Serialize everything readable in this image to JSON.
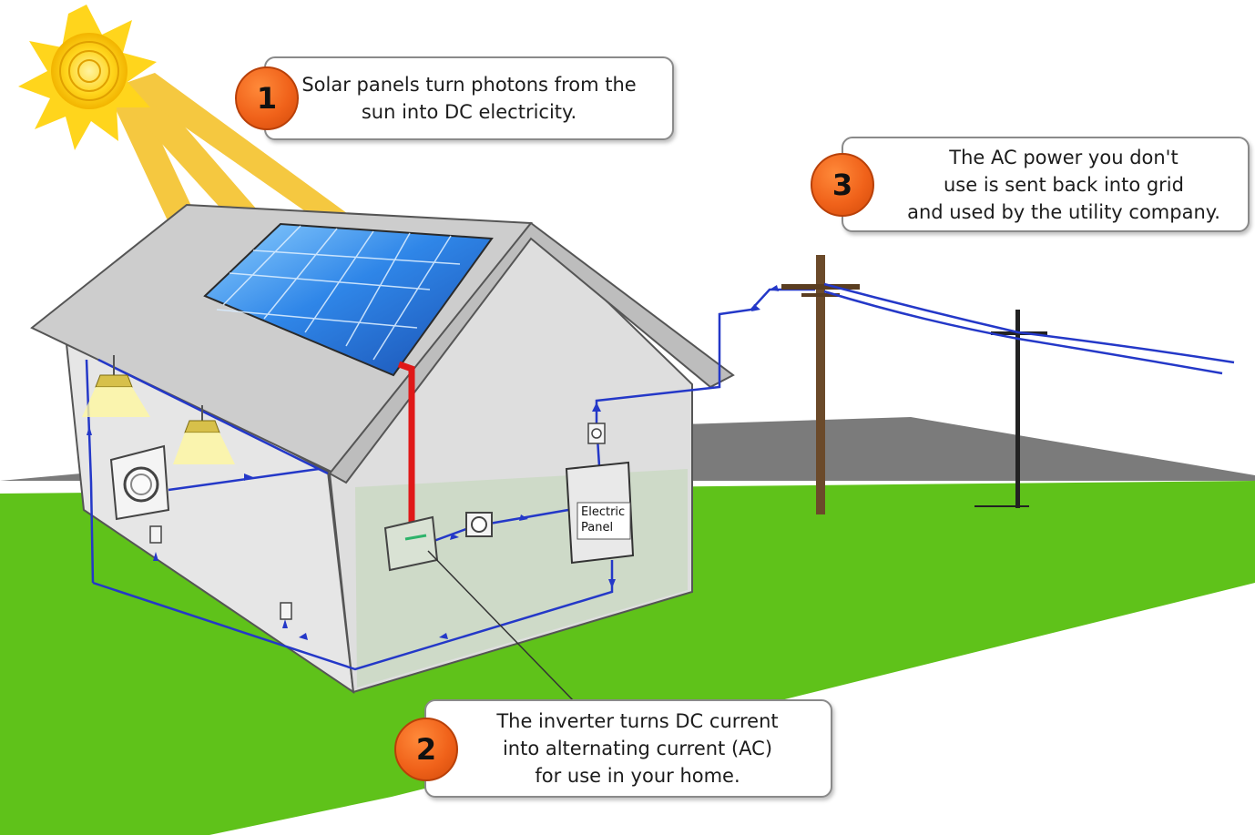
{
  "callouts": [
    {
      "number": "1",
      "text": "Solar panels turn photons from the\nsun into DC electricity."
    },
    {
      "number": "2",
      "text": "The inverter turns DC current\ninto alternating current (AC)\nfor use in your home."
    },
    {
      "number": "3",
      "text": "The AC power you don't\nuse is sent back into grid\nand used by the utility company."
    }
  ],
  "electric_panel_label": "Electric\nPanel",
  "colors": {
    "ground": "#5fc21a",
    "hill": "#7b7b7b",
    "sun": "#ffd51c",
    "sun_ray": "#f5c430",
    "house_wall": "#e4e4e4",
    "house_roof": "#cfcfcf",
    "solar_panel": "#1f6fd6",
    "wire_dc": "#e01818",
    "wire_ac": "#2438c8",
    "badge": "#f0621a"
  }
}
